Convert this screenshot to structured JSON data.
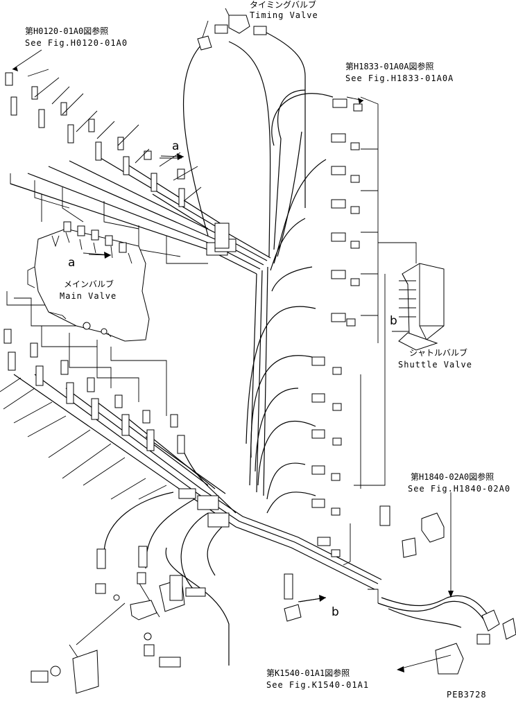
{
  "labels": {
    "timing_valve_jp": "タイミングバルブ",
    "timing_valve_en": "Timing Valve",
    "ref_h0120_jp": "第H0120-01A0図参照",
    "ref_h0120_en": "See Fig.H0120-01A0",
    "ref_h1833_jp": "第H1833-01A0A図参照",
    "ref_h1833_en": "See Fig.H1833-01A0A",
    "main_valve_jp": "メインバルブ",
    "main_valve_en": "Main Valve",
    "shuttle_valve_jp": "シャトルバルブ",
    "shuttle_valve_en": "Shuttle Valve",
    "ref_h1840_jp": "第H1840-02A0図参照",
    "ref_h1840_en": "See Fig.H1840-02A0",
    "ref_k1540_jp": "第K1540-01A1図参照",
    "ref_k1540_en": "See Fig.K1540-01A1",
    "drawing_code": "PEB3728"
  },
  "markers": {
    "a_top": "a",
    "a_main": "a",
    "b_shuttle": "b",
    "b_bottom": "b"
  }
}
